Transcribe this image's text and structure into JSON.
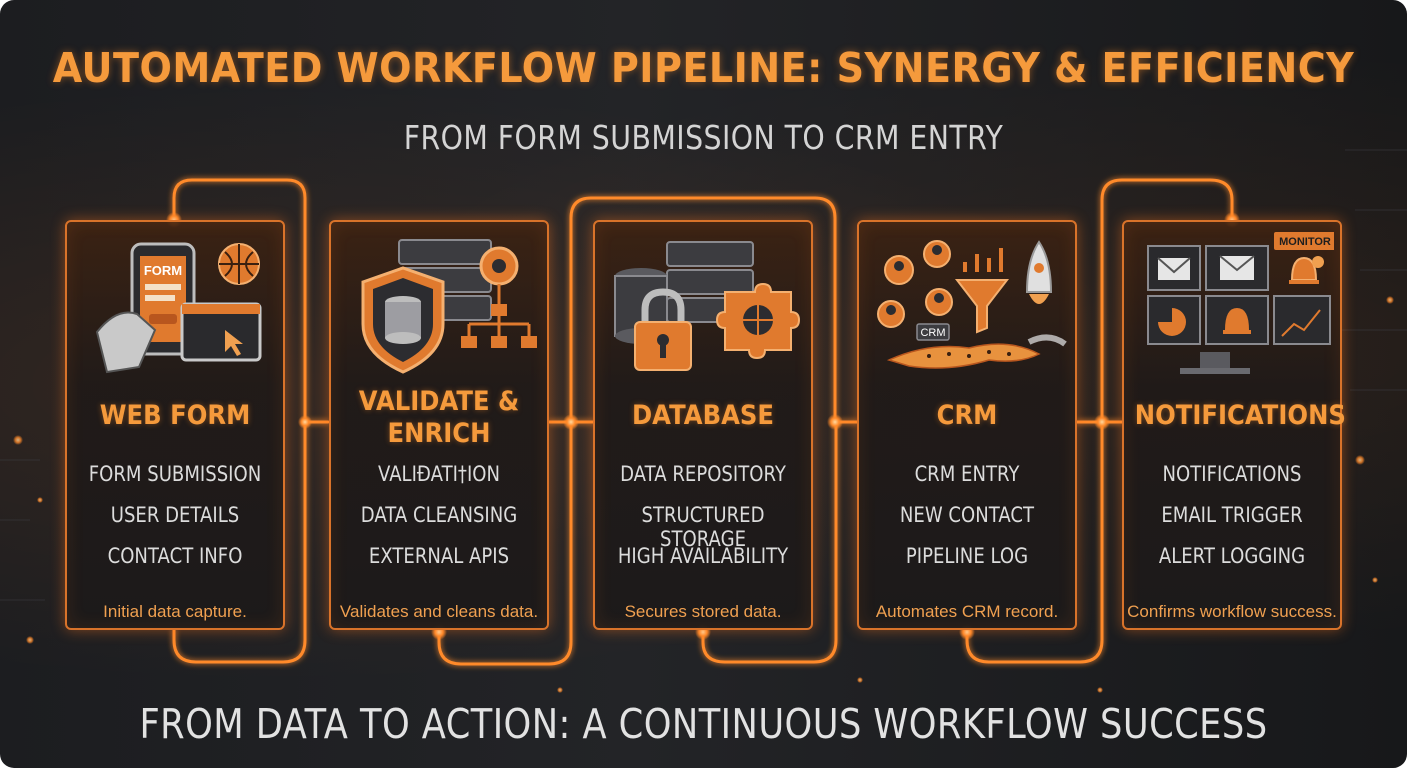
{
  "title": "AUTOMATED WORKFLOW PIPELINE: SYNERGY & EFFICIENCY",
  "subtitle": "FROM FORM SUBMISSION TO CRM ENTRY",
  "footer": "FROM DATA TO ACTION: A CONTINUOUS WORKFLOW SUCCESS",
  "colors": {
    "accent": "#f59a3c",
    "wire": "#ff8a2a",
    "text": "#dcdcdc",
    "background": "#1e1f22"
  },
  "stages": [
    {
      "title": "WEB FORM",
      "items": [
        "FORM SUBMISSION",
        "USER DETAILS",
        "CONTACT INFO"
      ],
      "caption": "Initial data capture.",
      "icon": "web-form-icon",
      "icon_label": "FORM"
    },
    {
      "title": "VALIDATE &\nENRICH",
      "items": [
        "VALIĐATI†ION",
        "DATA CLEANSING",
        "EXTERNAL APIS"
      ],
      "caption": "Validates and cleans data.",
      "icon": "validation-shield-icon"
    },
    {
      "title": "DATABASE",
      "items": [
        "DATA REPOSITORY",
        "STRUCTURED STORAGE",
        "HIGH AVAILABILITY"
      ],
      "caption": "Secures stored data.",
      "icon": "database-lock-icon"
    },
    {
      "title": "CRM",
      "items": [
        "CRM ENTRY",
        "NEW CONTACT",
        "PIPELINE LOG"
      ],
      "caption": "Automates CRM record.",
      "icon": "crm-funnel-icon",
      "icon_label": "CRM"
    },
    {
      "title": "NOTIFICATIONS",
      "items": [
        "NOTIFICATIONS",
        "EMAIL TRIGGER",
        "ALERT LOGGING"
      ],
      "caption": "Confirms workflow success.",
      "icon": "notification-monitor-icon",
      "icon_label": "MONITOR"
    }
  ]
}
